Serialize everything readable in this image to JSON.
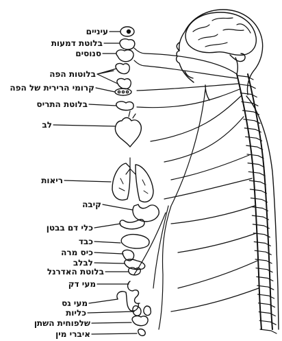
{
  "labels": {
    "eyes": "עיניים",
    "lacrimal": "בלוטת דמעות",
    "sinuses": "סנוסים",
    "salivary": "בלוטות הפה",
    "mouth_mucosa": "קרומי הרירית של הפה",
    "thyroid": "בלוטת התריס",
    "heart": "לב",
    "lungs": "ריאות",
    "stomach": "קיבה",
    "abdominal_vessels": "כלי דם בבטן",
    "liver": "כבד",
    "gallbladder": "כיס מרה",
    "pancreas": "לבלב",
    "adrenal": "בלוטת האדרנל",
    "small_intestine": "מעי דק",
    "large_intestine": "מעי גס",
    "kidneys": "כליות",
    "bladder": "שלפוחית השתן",
    "genitals": "איברי מין"
  }
}
